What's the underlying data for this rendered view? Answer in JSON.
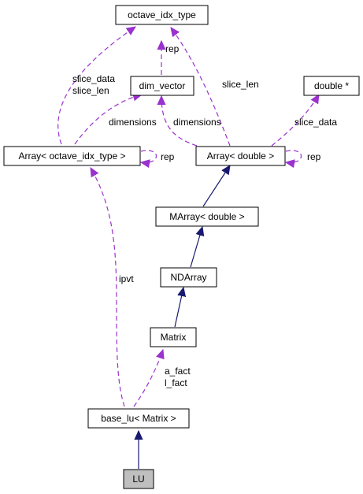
{
  "colors": {
    "inheritance": "#191970",
    "usage": "#9a32cd",
    "node_fill": "#ffffff",
    "highlight_fill": "#bfbfbf",
    "border": "#000000"
  },
  "nodes": {
    "octave_idx_type": "octave_idx_type",
    "dim_vector": "dim_vector",
    "double_ptr": "double *",
    "array_idx": "Array< octave_idx_type >",
    "array_double": "Array< double >",
    "marray": "MArray< double >",
    "ndarray": "NDArray",
    "matrix": "Matrix",
    "base_lu": "base_lu< Matrix >",
    "lu": "LU"
  },
  "edge_labels": {
    "rep_dim": "rep",
    "slice_data_left": "slice_data",
    "slice_len_left": "slice_len",
    "slice_len_right": "slice_len",
    "dimensions_left": "dimensions",
    "dimensions_right": "dimensions",
    "slice_data_right": "slice_data",
    "rep_array_idx": "rep",
    "rep_array_double": "rep",
    "ipvt": "ipvt",
    "a_fact": "a_fact",
    "l_fact": "l_fact"
  }
}
